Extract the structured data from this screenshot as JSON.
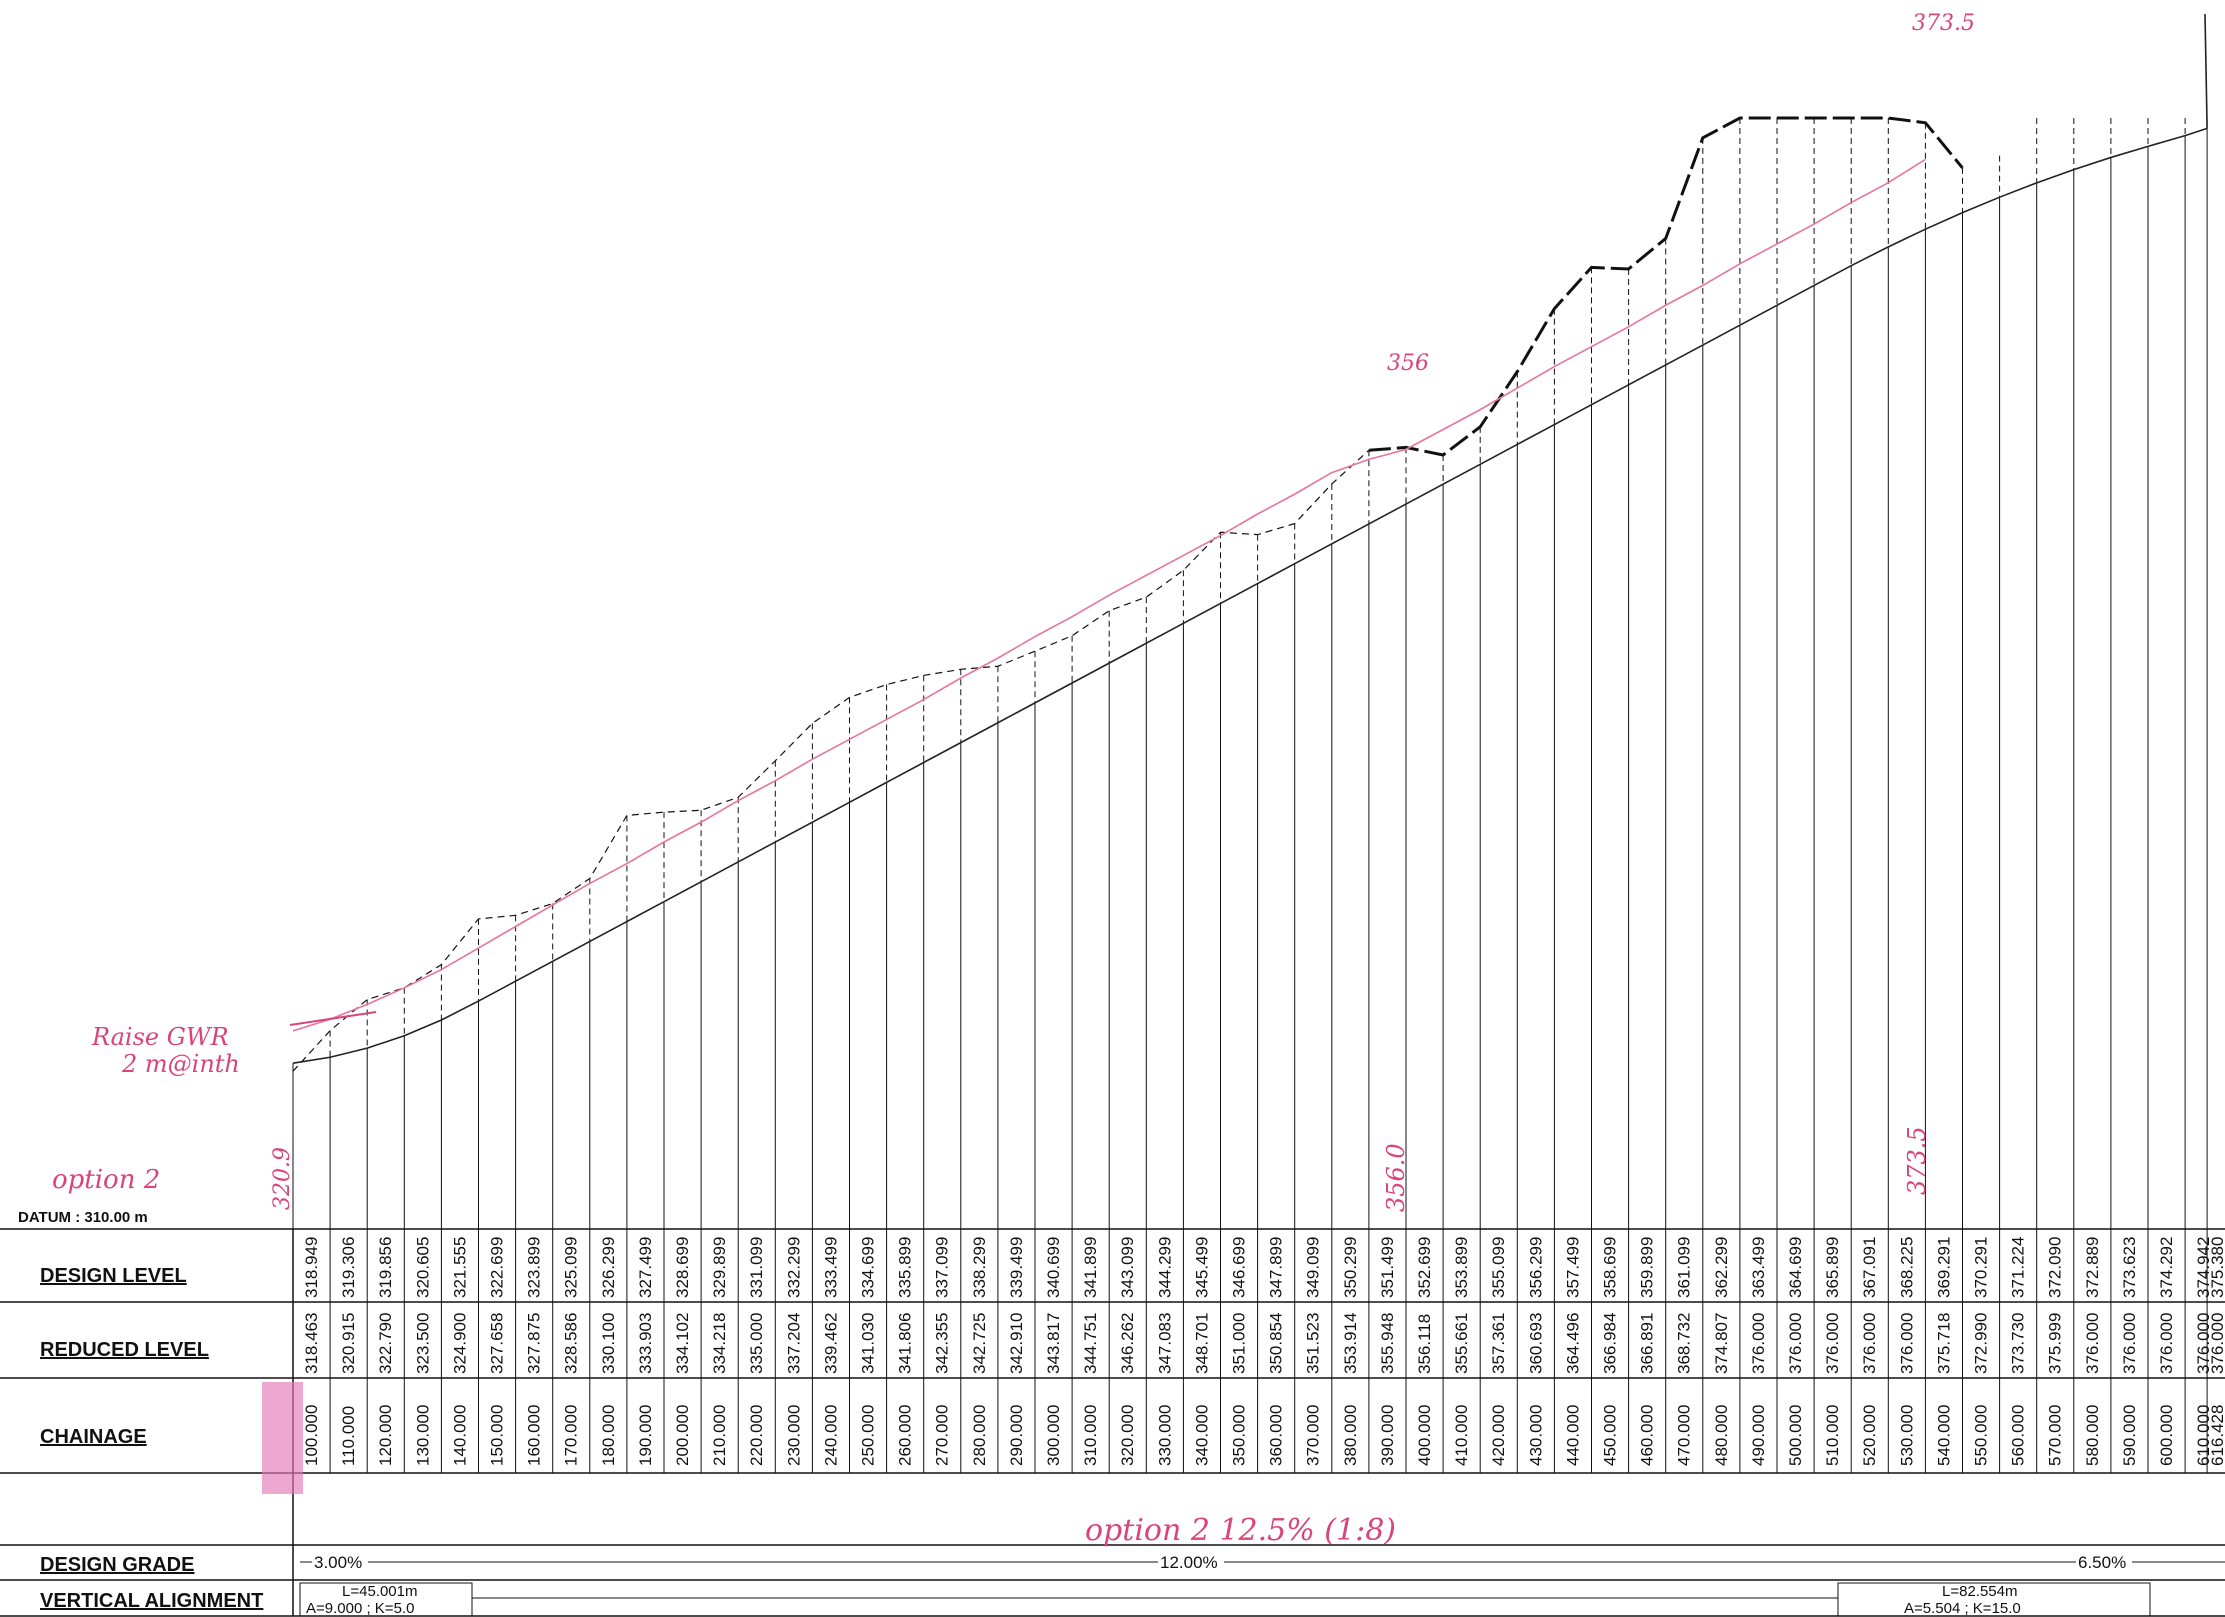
{
  "datum_label": "DATUM : 310.00 m",
  "row_labels": {
    "design_level": "DESIGN LEVEL",
    "reduced_level": "REDUCED LEVEL",
    "chainage": "CHAINAGE",
    "design_grade": "DESIGN GRADE",
    "vertical_alignment": "VERTICAL ALIGNMENT"
  },
  "grades": {
    "g1": "3.00%",
    "g2": "12.00%",
    "g3": "6.50%"
  },
  "curves": {
    "c1_length": "L=45.001m",
    "c1_params": "A=9.000   ; K=5.0",
    "c2_length": "L=82.554m",
    "c2_params": "A=5.504   ; K=15.0"
  },
  "annotations": {
    "raise_line1": "Raise GWR",
    "raise_line2": "2 m@inth",
    "option2": "option 2",
    "option2_grade": "option 2 12.5% (1:8)",
    "lvl_320": "320.9",
    "lvl_356": "356.0",
    "lvl_373": "373.5",
    "top_356": "356",
    "top_373": "373.5"
  },
  "chart_data": {
    "type": "line",
    "datum": 310.0,
    "ylim": [
      310,
      380
    ],
    "chainage_labels": [
      "100.000",
      "110.000",
      "120.000",
      "130.000",
      "140.000",
      "150.000",
      "160.000",
      "170.000",
      "180.000",
      "190.000",
      "200.000",
      "210.000",
      "220.000",
      "230.000",
      "240.000",
      "250.000",
      "260.000",
      "270.000",
      "280.000",
      "290.000",
      "300.000",
      "310.000",
      "320.000",
      "330.000",
      "340.000",
      "350.000",
      "360.000",
      "370.000",
      "380.000",
      "390.000",
      "400.000",
      "410.000",
      "420.000",
      "430.000",
      "440.000",
      "450.000",
      "460.000",
      "470.000",
      "480.000",
      "490.000",
      "500.000",
      "510.000",
      "520.000",
      "530.000",
      "540.000",
      "550.000",
      "560.000",
      "570.000",
      "580.000",
      "590.000",
      "600.000",
      "610.000",
      "616.428"
    ],
    "design_level_labels": [
      "318.949",
      "319.306",
      "319.856",
      "320.605",
      "321.555",
      "322.699",
      "323.899",
      "325.099",
      "326.299",
      "327.499",
      "328.699",
      "329.899",
      "331.099",
      "332.299",
      "333.499",
      "334.699",
      "335.899",
      "337.099",
      "338.299",
      "339.499",
      "340.699",
      "341.899",
      "343.099",
      "344.299",
      "345.499",
      "346.699",
      "347.899",
      "349.099",
      "350.299",
      "351.499",
      "352.699",
      "353.899",
      "355.099",
      "356.299",
      "357.499",
      "358.699",
      "359.899",
      "361.099",
      "362.299",
      "363.499",
      "364.699",
      "365.899",
      "367.091",
      "368.225",
      "369.291",
      "370.291",
      "371.224",
      "372.090",
      "372.889",
      "373.623",
      "374.292",
      "374.942",
      "375.380"
    ],
    "reduced_level_labels": [
      "318.463",
      "320.915",
      "322.790",
      "323.500",
      "324.900",
      "327.658",
      "327.875",
      "328.586",
      "330.100",
      "333.903",
      "334.102",
      "334.218",
      "335.000",
      "337.204",
      "339.462",
      "341.030",
      "341.806",
      "342.355",
      "342.725",
      "342.910",
      "343.817",
      "344.751",
      "346.262",
      "347.083",
      "348.701",
      "351.000",
      "350.854",
      "351.523",
      "353.914",
      "355.948",
      "356.118",
      "355.661",
      "357.361",
      "360.693",
      "364.496",
      "366.984",
      "366.891",
      "368.732",
      "374.807",
      "376.000",
      "376.000",
      "376.000",
      "376.000",
      "376.000",
      "375.718",
      "372.990",
      "373.730",
      "375.999",
      "376.000",
      "376.000",
      "376.000",
      "376.000",
      "376.000"
    ],
    "design_level": [
      318.949,
      319.306,
      319.856,
      320.605,
      321.555,
      322.699,
      323.899,
      325.099,
      326.299,
      327.499,
      328.699,
      329.899,
      331.099,
      332.299,
      333.499,
      334.699,
      335.899,
      337.099,
      338.299,
      339.499,
      340.699,
      341.899,
      343.099,
      344.299,
      345.499,
      346.699,
      347.899,
      349.099,
      350.299,
      351.499,
      352.699,
      353.899,
      355.099,
      356.299,
      357.499,
      358.699,
      359.899,
      361.099,
      362.299,
      363.499,
      364.699,
      365.899,
      367.091,
      368.225,
      369.291,
      370.291,
      371.224,
      372.09,
      372.889,
      373.623,
      374.292,
      374.942,
      375.38
    ],
    "reduced_level": [
      318.463,
      320.915,
      322.79,
      323.5,
      324.9,
      327.658,
      327.875,
      328.586,
      330.1,
      333.903,
      334.102,
      334.218,
      335.0,
      337.204,
      339.462,
      341.03,
      341.806,
      342.355,
      342.725,
      342.91,
      343.817,
      344.751,
      346.262,
      347.083,
      348.701,
      351.0,
      350.854,
      351.523,
      353.914,
      355.948,
      356.118,
      355.661,
      357.361,
      360.693,
      364.496,
      366.984,
      366.891,
      368.732,
      374.807,
      376.0,
      376.0,
      376.0,
      376.0,
      376.0,
      375.718,
      372.99,
      373.73,
      375.999,
      376.0,
      376.0,
      376.0,
      376.0,
      376.0
    ],
    "option2_level": [
      320.9,
      321.6,
      322.5,
      323.5,
      324.6,
      325.9,
      327.2,
      328.5,
      329.8,
      331.0,
      332.3,
      333.5,
      334.8,
      336.0,
      337.3,
      338.5,
      339.7,
      340.9,
      342.2,
      343.4,
      344.7,
      345.9,
      347.2,
      348.4,
      349.6,
      350.8,
      352.1,
      353.3,
      354.6,
      355.4,
      356.0,
      357.2,
      358.4,
      359.7,
      361.0,
      362.2,
      363.4,
      364.7,
      365.9,
      367.2,
      368.4,
      369.6,
      370.9,
      372.1,
      373.5
    ],
    "colors": {
      "ink": "#111111",
      "markup": "#d9447a",
      "highlight": "#e47ab8"
    }
  }
}
